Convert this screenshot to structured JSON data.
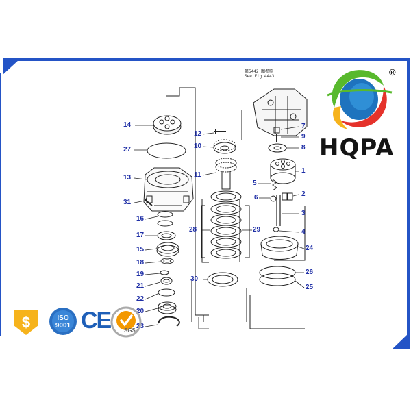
{
  "brand": {
    "name": "HQPA",
    "registered_mark": "®",
    "colors": {
      "border_blue": "#2454c6",
      "green": "#58b92d",
      "red": "#e5322b",
      "blue": "#1e73be",
      "yellow": "#f6b31c",
      "orange": "#f39800"
    }
  },
  "diagram": {
    "note": "第5442 图参照\nSee Fig.4443",
    "part_labels": [
      "14",
      "27",
      "13",
      "31",
      "16",
      "17",
      "15",
      "18",
      "19",
      "21",
      "22",
      "20",
      "23",
      "12",
      "10",
      "11",
      "28",
      "29",
      "30",
      "7",
      "9",
      "8",
      "1",
      "5",
      "2",
      "6",
      "3",
      "4",
      "24",
      "26",
      "25"
    ]
  },
  "certifications": {
    "iso_line1": "ISO",
    "iso_line2": "9001",
    "ce": "CE",
    "sgs": "SGS"
  }
}
